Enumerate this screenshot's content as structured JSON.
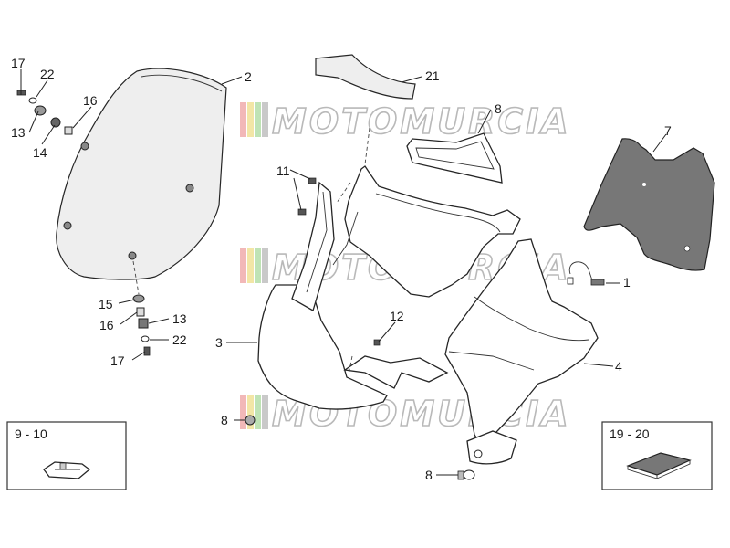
{
  "watermark": {
    "text": "MOTOMURCIA",
    "stripes": [
      "#f2b8b8",
      "#f2e6a6",
      "#bfe3b5",
      "#c9c9c9"
    ]
  },
  "callouts": {
    "n17a": "17",
    "n22a": "22",
    "n16a": "16",
    "n13a": "13",
    "n14": "14",
    "n2": "2",
    "n21": "21",
    "n8a": "8",
    "n7": "7",
    "n11": "11",
    "n1": "1",
    "n15": "15",
    "n16b": "16",
    "n13b": "13",
    "n22b": "22",
    "n17b": "17",
    "n12": "12",
    "n3": "3",
    "n4": "4",
    "n8b": "8",
    "n8c": "8"
  },
  "boxes": {
    "left": "9 - 10",
    "right": "19 - 20"
  },
  "colors": {
    "line": "#262626",
    "grey_part": "#777777",
    "watermark_outline": "#b9b9b9"
  }
}
